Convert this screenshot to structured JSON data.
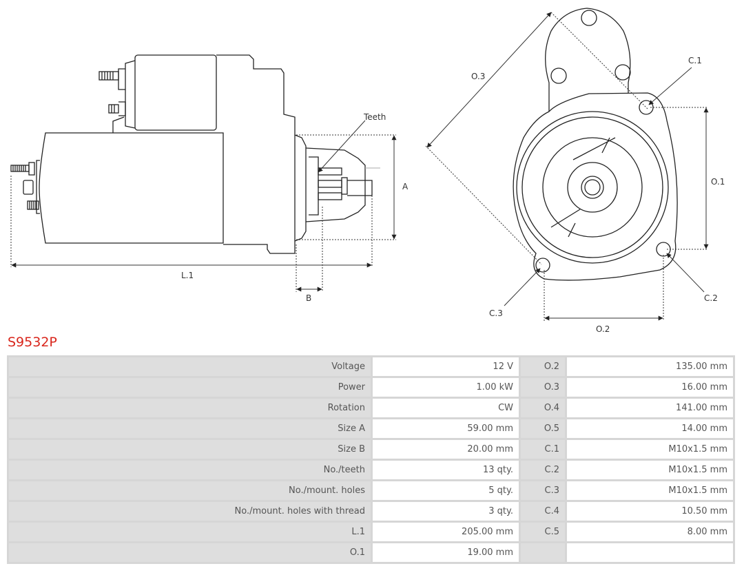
{
  "product": {
    "code": "S9532P"
  },
  "drawing_labels": {
    "teeth": "Teeth",
    "a": "A",
    "l1": "L.1",
    "b": "B",
    "o3": "O.3",
    "c1": "C.1",
    "o1": "O.1",
    "c2": "C.2",
    "c3": "C.3",
    "o2": "O.2"
  },
  "rows": [
    {
      "label": "Voltage",
      "value": "12 V",
      "label2": "O.2",
      "value2": "135.00 mm"
    },
    {
      "label": "Power",
      "value": "1.00 kW",
      "label2": "O.3",
      "value2": "16.00 mm"
    },
    {
      "label": "Rotation",
      "value": "CW",
      "label2": "O.4",
      "value2": "141.00 mm"
    },
    {
      "label": "Size A",
      "value": "59.00 mm",
      "label2": "O.5",
      "value2": "14.00 mm"
    },
    {
      "label": "Size B",
      "value": "20.00 mm",
      "label2": "C.1",
      "value2": "M10x1.5 mm"
    },
    {
      "label": "No./teeth",
      "value": "13 qty.",
      "label2": "C.2",
      "value2": "M10x1.5 mm"
    },
    {
      "label": "No./mount. holes",
      "value": "5 qty.",
      "label2": "C.3",
      "value2": "M10x1.5 mm"
    },
    {
      "label": "No./mount. holes with thread",
      "value": "3 qty.",
      "label2": "C.4",
      "value2": "10.50 mm"
    },
    {
      "label": "L.1",
      "value": "205.00 mm",
      "label2": "C.5",
      "value2": "8.00 mm"
    },
    {
      "label": "O.1",
      "value": "19.00 mm",
      "label2": "",
      "value2": ""
    }
  ]
}
